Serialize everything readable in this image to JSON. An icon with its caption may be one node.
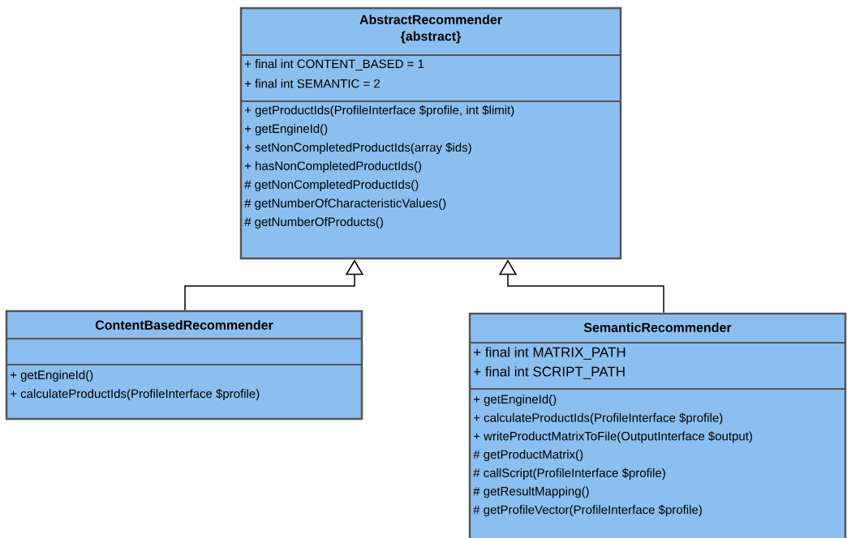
{
  "diagram": {
    "nodes": [
      {
        "text": [
          "AbstractRecommender",
          "{abstract}",
          "+ final int CONTENT_BASED = 1",
          "+ final int SEMANTIC = 2",
          "+ getProductIds(ProfileInterface $profile, int $limit)",
          "+ getEngineId()",
          "+ setNonCompletedProductIds(array $ids)",
          "+ hasNonCompletedProductIds()",
          "# getNonCompletedProductIds()",
          "# getNumberOfCharacteristicValues()",
          "# getNumberOfProducts()"
        ]
      },
      {
        "text": [
          "ContentBasedRecommender",
          "+ getEngineId()",
          "+ calculateProductIds(ProfileInterface $profile)"
        ]
      },
      {
        "text": [
          "SemanticRecommender",
          "+ final int MATRIX_PATH",
          "+ final int SCRIPT_PATH",
          "+ getEngineId()",
          "+ calculateProductIds(ProfileInterface $profile)",
          "+ writeProductMatrixToFile(OutputInterface $output)",
          "# getProductMatrix()",
          "# callScript(ProfileInterface $profile)",
          "# getResultMapping()",
          "# getProfileVector(ProfileInterface $profile)"
        ]
      }
    ],
    "edges": [
      {
        "from": 1,
        "to": 0,
        "arrow": "to"
      },
      {
        "from": 2,
        "to": 0,
        "arrow": "to"
      }
    ]
  }
}
